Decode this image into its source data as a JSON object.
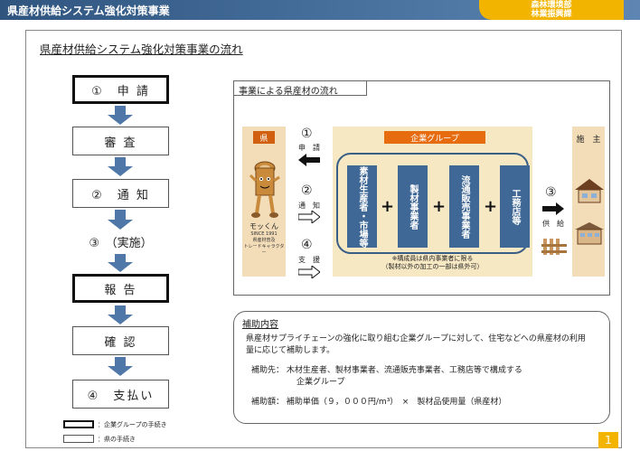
{
  "header": {
    "title": "県産材供給システム強化対策事業",
    "dept_line1": "森林環境部",
    "dept_line2": "林業振興課"
  },
  "page_title": "県産材供給システム強化対策事業の流れ",
  "steps": [
    {
      "label": "①　申 請"
    },
    {
      "label": "審 査"
    },
    {
      "label": "②　通 知"
    },
    {
      "label": "③　（実施）"
    },
    {
      "label": "報 告"
    },
    {
      "label": "確 認"
    },
    {
      "label": "④　支払い"
    }
  ],
  "legend": {
    "group": "：企業グループの手続き",
    "prefecture": "：県の手続き"
  },
  "panel": {
    "label": "事業による県産材の流れ",
    "prefecture": "県",
    "mascot_name": "モッくん",
    "mascot_since": "SINCE 1991",
    "mascot_desc1": "県産材普及",
    "mascot_desc2": "トレードキャラクター",
    "group_label": "企業グループ",
    "members": [
      "素材生産者・市場等",
      "製材事業者",
      "流通販売事業者",
      "工務店等"
    ],
    "note_line1": "※構成員は県内事業者に限る",
    "note_line2": "（製材以外の加工の一部は県外可）",
    "owner": "施　主",
    "flow1_num": "①",
    "flow1_txt": "申　請",
    "flow2_num": "②",
    "flow2_txt": "通　知",
    "flow4_num": "④",
    "flow4_txt": "支　援",
    "flow3_num": "③",
    "flow3_txt": "供　給"
  },
  "subsidy": {
    "title": "補助内容",
    "desc1": "県産材サプライチェーンの強化に取り組む企業グループに対して、住宅などへの県産材の利用",
    "desc2": "量に応じて補助します。",
    "target_label": "補助先：",
    "target_text1": "木材生産者、製材事業者、流通販売事業者、工務店等で構成する",
    "target_text2": "企業グループ",
    "amount_label": "補助額：",
    "amount_text": "補助単価（９，０００円/m³）　×　製材品使用量（県産材）"
  },
  "page_number": "1"
}
